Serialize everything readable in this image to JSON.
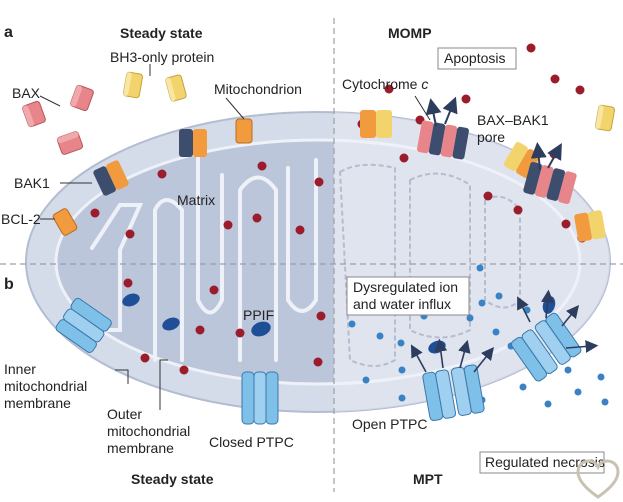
{
  "panels": {
    "a_letter": "a",
    "b_letter": "b",
    "a_left_title": "Steady state",
    "a_right_title": "MOMP",
    "b_left_title": "Steady state",
    "b_right_title": "MPT"
  },
  "labels": {
    "bh3": "BH3-only protein",
    "bax": "BAX",
    "mitochondrion": "Mitochondrion",
    "bak1": "BAK1",
    "bcl2": "BCL-2",
    "matrix": "Matrix",
    "cytochrome_prefix": "Cytochrome ",
    "cytochrome_suffix": "c",
    "apoptosis": "Apoptosis",
    "pore_line1": "BAX–BAK1",
    "pore_line2": "pore",
    "ppif": "PPIF",
    "inner_line1": "Inner",
    "inner_line2": "mitochondrial",
    "inner_line3": "membrane",
    "outer_line1": "Outer",
    "outer_line2": "mitochondrial",
    "outer_line3": "membrane",
    "closed_ptpc": "Closed PTPC",
    "open_ptpc": "Open PTPC",
    "dysreg_line1": "Dysregulated ion",
    "dysreg_line2": "and water influx",
    "necrosis": "Regulated necrosis"
  },
  "colors": {
    "membrane_fill": "#d4dbe9",
    "membrane_stroke": "#b3bdd2",
    "matrix_fill": "#bcc6da",
    "cristae_line": "#eef1f7",
    "bax_fill": "#e7858a",
    "bh3_fill": "#f3d36b",
    "bak_fill": "#3d4d6e",
    "bcl2_fill": "#f19a3e",
    "dot_red": "#9b1c2a",
    "dot_blue": "#3b82c4",
    "ppif_fill": "#1f4f96",
    "ptpc_fill": "#7fc0e8",
    "arrow": "#2d3d5e",
    "divider": "#9aa0a6"
  }
}
